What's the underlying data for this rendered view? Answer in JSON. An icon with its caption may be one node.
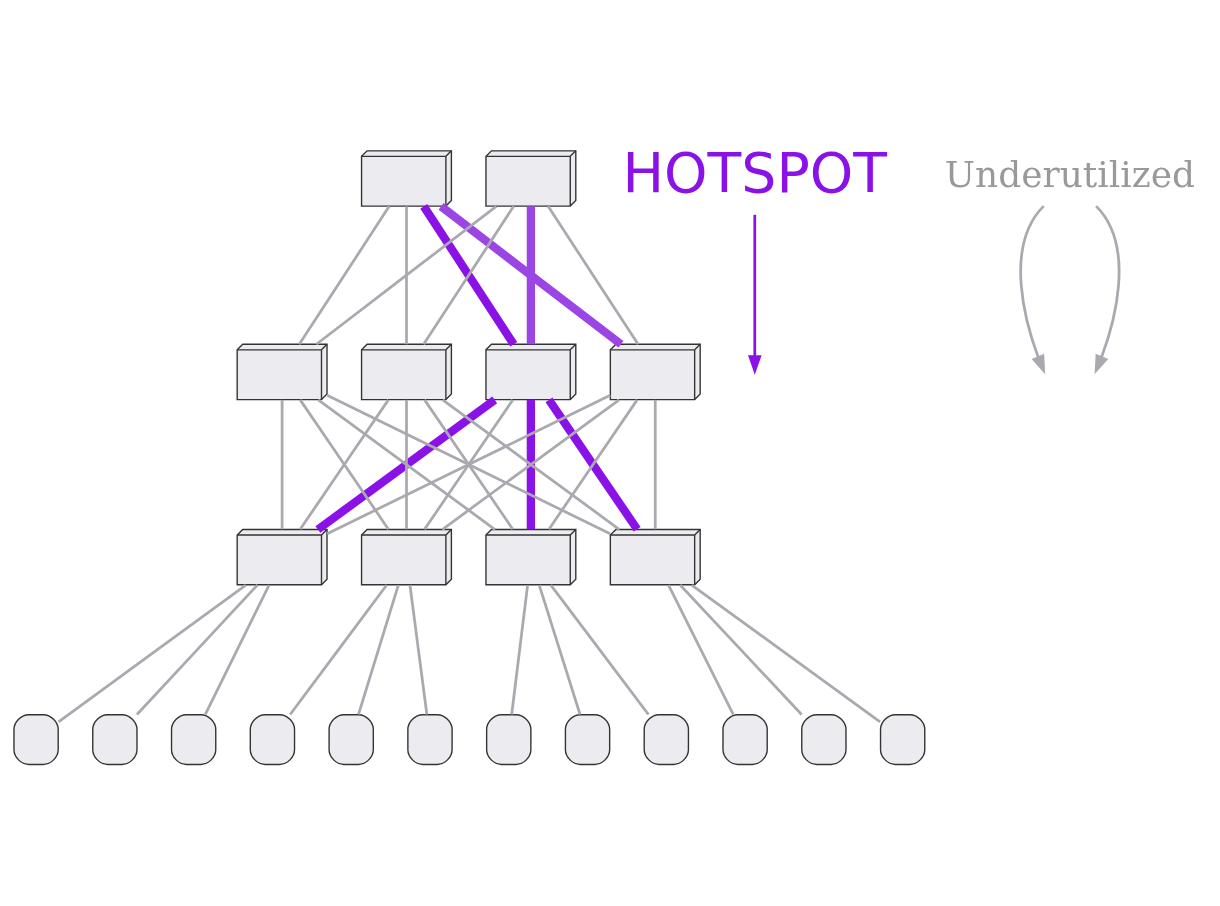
{
  "diagram": {
    "nodes": [
      {
        "text": [],
        "shape": "box"
      },
      {
        "text": [],
        "shape": "box"
      },
      {
        "text": [],
        "shape": "box"
      },
      {
        "text": [],
        "shape": "box"
      },
      {
        "text": [],
        "shape": "box"
      },
      {
        "text": [],
        "shape": "box"
      },
      {
        "text": [],
        "shape": "box"
      },
      {
        "text": [],
        "shape": "box"
      },
      {
        "text": [],
        "shape": "box"
      },
      {
        "text": [],
        "shape": "box"
      },
      {
        "text": [],
        "shape": "box"
      },
      {
        "text": [],
        "shape": "box"
      },
      {
        "text": [],
        "shape": "box"
      },
      {
        "text": [],
        "shape": "box"
      },
      {
        "text": [],
        "shape": "box"
      },
      {
        "text": [],
        "shape": "box"
      },
      {
        "text": [],
        "shape": "box"
      },
      {
        "text": [],
        "shape": "box"
      },
      {
        "text": [],
        "shape": "box"
      },
      {
        "text": [],
        "shape": "box"
      },
      {
        "text": [],
        "shape": "box"
      },
      {
        "text": [],
        "shape": "box"
      },
      {
        "text": [
          "HOTSPOT"
        ]
      },
      {
        "text": [
          "Underutilized"
        ]
      }
    ],
    "edges": [
      {
        "from": 0,
        "to": 2,
        "arrow": "none",
        "style": "thick",
        "color": "#8a12e6"
      },
      {
        "from": 0,
        "to": 3,
        "arrow": "none",
        "style": "thick",
        "color": "#9b45e4"
      },
      {
        "from": 0,
        "to": 4,
        "arrow": "none"
      },
      {
        "from": 0,
        "to": 5,
        "arrow": "none"
      },
      {
        "from": 1,
        "to": 2,
        "arrow": "none",
        "style": "thick",
        "color": "#9b45e4"
      },
      {
        "from": 1,
        "to": 3,
        "arrow": "none"
      },
      {
        "from": 1,
        "to": 4,
        "arrow": "none"
      },
      {
        "from": 1,
        "to": 5,
        "arrow": "none"
      },
      {
        "from": 2,
        "to": 6,
        "arrow": "none",
        "style": "thick",
        "color": "#8a12e6"
      },
      {
        "from": 2,
        "to": 7,
        "arrow": "none"
      },
      {
        "from": 2,
        "to": 8,
        "arrow": "none",
        "style": "thick",
        "color": "#8a12e6"
      },
      {
        "from": 2,
        "to": 9,
        "arrow": "none",
        "style": "thick",
        "color": "#8a12e6"
      },
      {
        "from": 3,
        "to": 6,
        "arrow": "none"
      },
      {
        "from": 3,
        "to": 7,
        "arrow": "none"
      },
      {
        "from": 3,
        "to": 8,
        "arrow": "none"
      },
      {
        "from": 3,
        "to": 9,
        "arrow": "none"
      },
      {
        "from": 4,
        "to": 6,
        "arrow": "none"
      },
      {
        "from": 4,
        "to": 7,
        "arrow": "none"
      },
      {
        "from": 4,
        "to": 8,
        "arrow": "none"
      },
      {
        "from": 4,
        "to": 9,
        "arrow": "none"
      },
      {
        "from": 5,
        "to": 6,
        "arrow": "none"
      },
      {
        "from": 5,
        "to": 7,
        "arrow": "none"
      },
      {
        "from": 5,
        "to": 8,
        "arrow": "none"
      },
      {
        "from": 5,
        "to": 9,
        "arrow": "none"
      },
      {
        "from": 6,
        "to": 10,
        "arrow": "none"
      },
      {
        "from": 6,
        "to": 11,
        "arrow": "none"
      },
      {
        "from": 6,
        "to": 12,
        "arrow": "none"
      },
      {
        "from": 7,
        "to": 13,
        "arrow": "none"
      },
      {
        "from": 7,
        "to": 14,
        "arrow": "none"
      },
      {
        "from": 7,
        "to": 15,
        "arrow": "none"
      },
      {
        "from": 8,
        "to": 16,
        "arrow": "none"
      },
      {
        "from": 8,
        "to": 17,
        "arrow": "none"
      },
      {
        "from": 8,
        "to": 18,
        "arrow": "none"
      },
      {
        "from": 9,
        "to": 19,
        "arrow": "none"
      },
      {
        "from": 9,
        "to": 20,
        "arrow": "none"
      },
      {
        "from": 9,
        "to": 21,
        "arrow": "none"
      },
      {
        "from": 22,
        "to": null,
        "arrow": "to",
        "color": "#8a12e6"
      },
      {
        "from": 23,
        "to": null,
        "arrow": "to"
      },
      {
        "from": 23,
        "to": null,
        "arrow": "to"
      }
    ]
  }
}
